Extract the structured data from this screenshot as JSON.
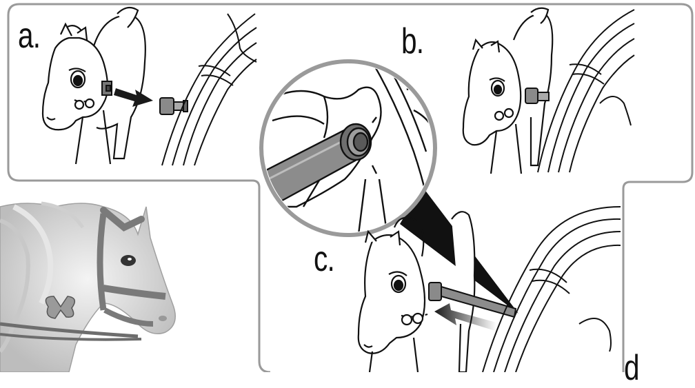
{
  "steps": {
    "a": "a.",
    "b": "b.",
    "c": "c.",
    "d": "d"
  },
  "colors": {
    "panel_border": "#9a9a9a",
    "line_art": "#111111",
    "metal": "#8c8c8c",
    "arrow": "#1a1a1a",
    "photo_horse": "#d9d9d9"
  }
}
